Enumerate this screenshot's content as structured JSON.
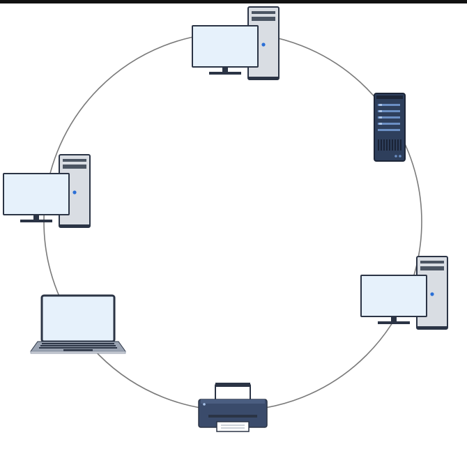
{
  "diagram": {
    "type": "ring-topology",
    "ring_color": "#7a7a7a",
    "nodes": [
      {
        "id": "desktop-top",
        "kind": "desktop-computer",
        "icon": "desktop-icon"
      },
      {
        "id": "server-right-top",
        "kind": "rack-server",
        "icon": "server-icon"
      },
      {
        "id": "desktop-right",
        "kind": "desktop-computer",
        "icon": "desktop-icon"
      },
      {
        "id": "printer-bottom",
        "kind": "printer",
        "icon": "printer-icon"
      },
      {
        "id": "laptop-left",
        "kind": "laptop",
        "icon": "laptop-icon"
      },
      {
        "id": "desktop-left",
        "kind": "desktop-computer",
        "icon": "desktop-icon"
      }
    ],
    "colors": {
      "screen_fill": "#e6f1fb",
      "device_outline": "#2b3445",
      "tower_fill": "#d9dde3",
      "server_fill": "#2e3f5c",
      "printer_fill": "#3a4b6b",
      "accent_blue": "#2b6fd6"
    }
  }
}
